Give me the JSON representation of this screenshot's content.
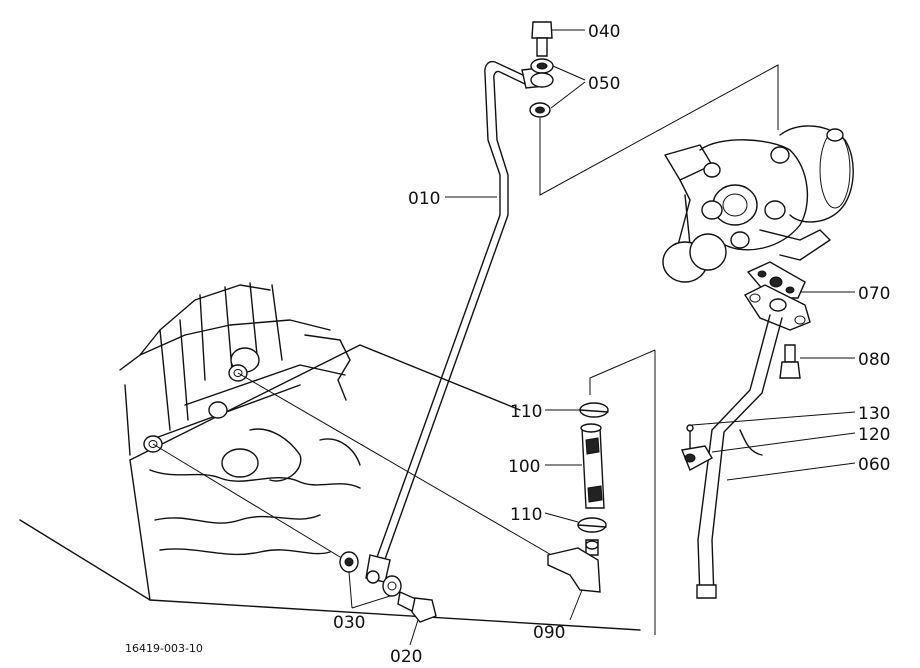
{
  "diagram_id": "16419-003-10",
  "callouts": [
    {
      "id": "c040",
      "label": "040"
    },
    {
      "id": "c050",
      "label": "050"
    },
    {
      "id": "c010",
      "label": "010"
    },
    {
      "id": "c070",
      "label": "070"
    },
    {
      "id": "c080",
      "label": "080"
    },
    {
      "id": "c110a",
      "label": "110"
    },
    {
      "id": "c130",
      "label": "130"
    },
    {
      "id": "c120",
      "label": "120"
    },
    {
      "id": "c100",
      "label": "100"
    },
    {
      "id": "c060",
      "label": "060"
    },
    {
      "id": "c110b",
      "label": "110"
    },
    {
      "id": "c030",
      "label": "030"
    },
    {
      "id": "c090",
      "label": "090"
    },
    {
      "id": "c020",
      "label": "020"
    }
  ],
  "colors": {
    "ink": "#111111",
    "paper": "#ffffff"
  }
}
